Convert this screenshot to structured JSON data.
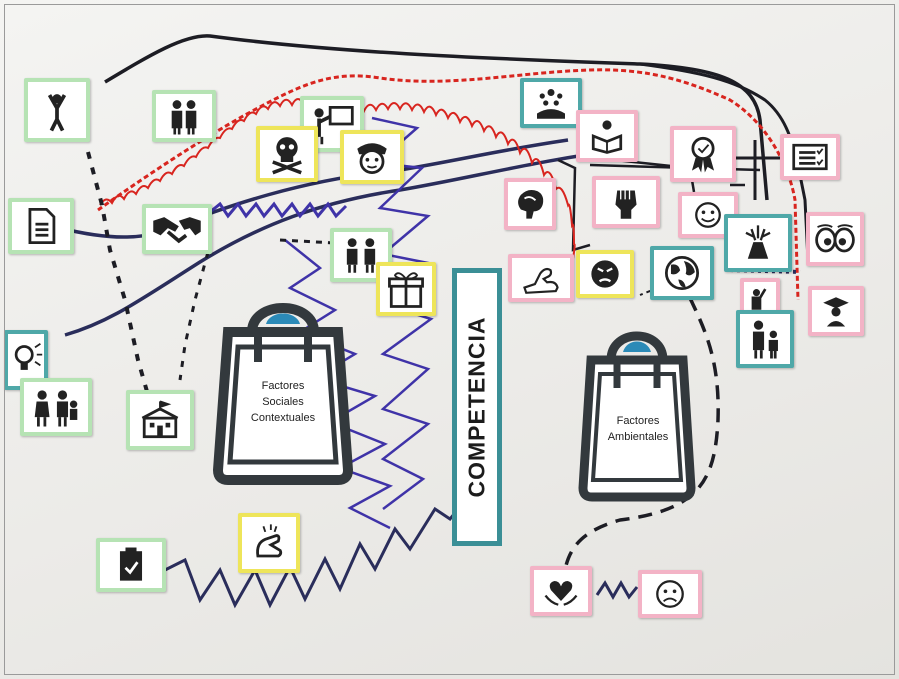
{
  "poster": {
    "center_banner": "COMPETENCIA",
    "left_bag_label_lines": [
      "Factores",
      "Sociales",
      "Contextuales"
    ],
    "right_bag_label_lines": [
      "Factores",
      "Ambientales"
    ]
  },
  "colors": {
    "card_green": "#b6e3b4",
    "card_pink": "#f3b3c6",
    "card_yellow": "#eee55a",
    "card_teal": "#4fa8a8",
    "bag": "#33393d",
    "bag_accent": "#2b8ab7",
    "marker_red": "#d8251f",
    "marker_navy": "#2a2d5b",
    "marker_purple": "#3f33a8",
    "marker_black": "#1d1d24",
    "banner_border": "#3b8f96"
  },
  "icon_cards": [
    {
      "name": "cheering-person-icon",
      "border": "green"
    },
    {
      "name": "couple-icon",
      "border": "green"
    },
    {
      "name": "teacher-icon",
      "border": "green"
    },
    {
      "name": "document-icon",
      "border": "green"
    },
    {
      "name": "handshake-icon",
      "border": "green"
    },
    {
      "name": "skull-crossbones-icon",
      "border": "yellow"
    },
    {
      "name": "police-officer-icon",
      "border": "yellow"
    },
    {
      "name": "two-people-icon",
      "border": "green"
    },
    {
      "name": "gift-icon",
      "border": "yellow"
    },
    {
      "name": "lightbulb-icon",
      "border": "teal"
    },
    {
      "name": "family-icon",
      "border": "green"
    },
    {
      "name": "school-icon",
      "border": "green"
    },
    {
      "name": "clipboard-check-icon",
      "border": "green"
    },
    {
      "name": "finger-snap-icon",
      "border": "yellow"
    },
    {
      "name": "group-star-icon",
      "border": "teal"
    },
    {
      "name": "reading-person-icon",
      "border": "pink"
    },
    {
      "name": "award-ribbon-icon",
      "border": "pink"
    },
    {
      "name": "checklist-icon",
      "border": "pink"
    },
    {
      "name": "brain-icon",
      "border": "pink"
    },
    {
      "name": "raised-fist-icon",
      "border": "pink"
    },
    {
      "name": "smiley-face-icon",
      "border": "pink"
    },
    {
      "name": "volcano-head-icon",
      "border": "teal"
    },
    {
      "name": "wide-eyes-icon",
      "border": "pink"
    },
    {
      "name": "flexed-arm-icon",
      "border": "pink"
    },
    {
      "name": "angry-face-icon",
      "border": "yellow"
    },
    {
      "name": "earth-globe-icon",
      "border": "teal"
    },
    {
      "name": "hand-raise-icon",
      "border": "pink"
    },
    {
      "name": "graduate-icon",
      "border": "pink"
    },
    {
      "name": "parent-child-icon",
      "border": "teal"
    },
    {
      "name": "heart-hands-icon",
      "border": "pink"
    },
    {
      "name": "sad-face-icon",
      "border": "pink"
    }
  ]
}
